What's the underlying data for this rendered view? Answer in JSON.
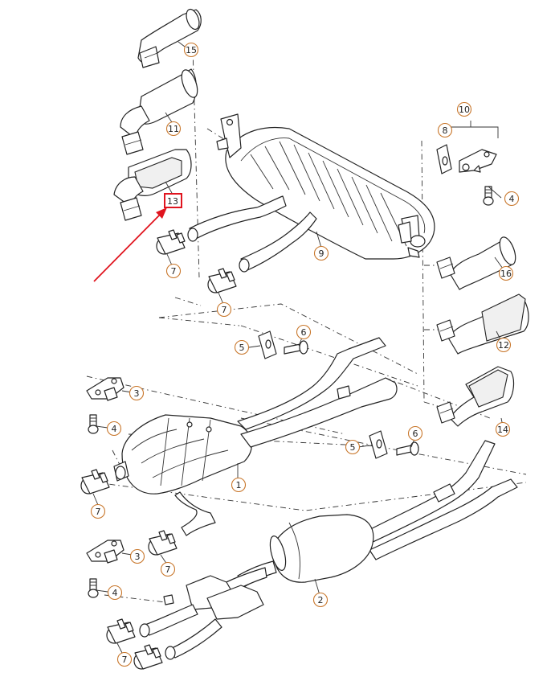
{
  "diagram": {
    "callouts": [
      "15",
      "11",
      "13",
      "10",
      "8",
      "4",
      "9",
      "7",
      "7",
      "16",
      "6",
      "5",
      "12",
      "3",
      "4",
      "14",
      "1",
      "6",
      "5",
      "7",
      "3",
      "7",
      "4",
      "2",
      "7"
    ],
    "highlight": {
      "color": "#e0141e",
      "target_label": "13"
    },
    "callout_circle_color": "#c8762a"
  }
}
